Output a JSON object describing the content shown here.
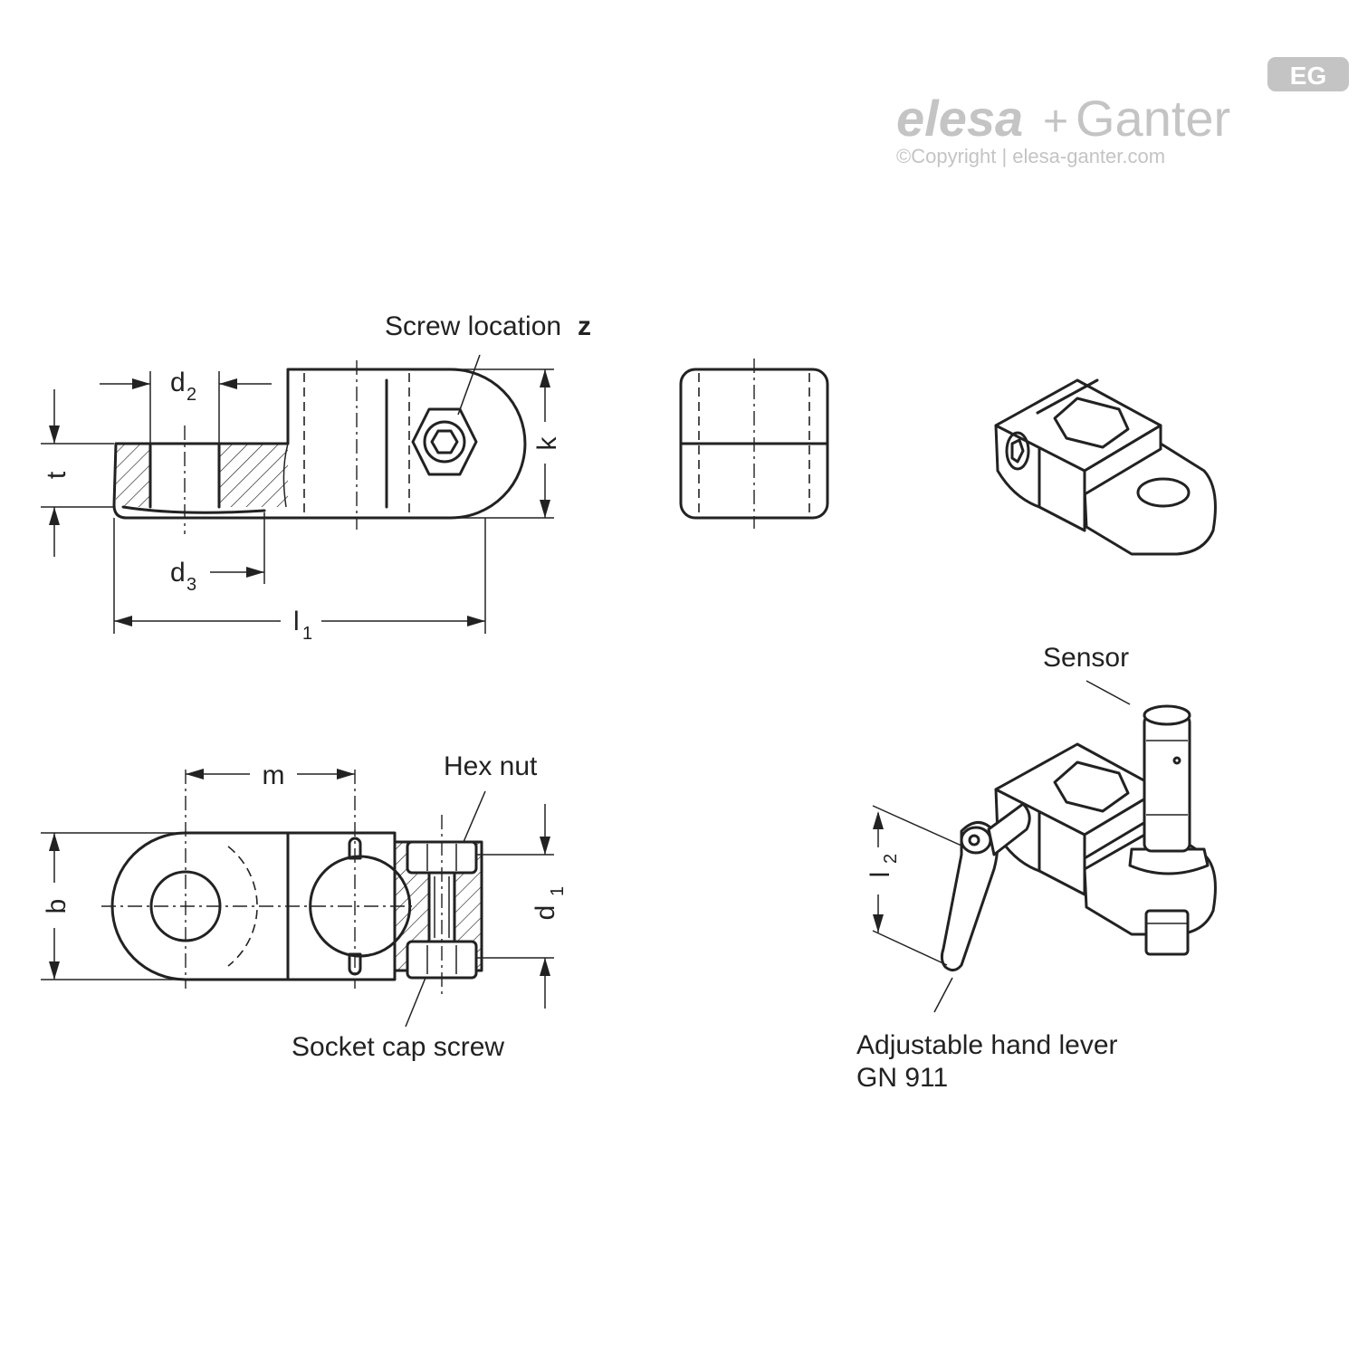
{
  "brand": {
    "mark": "EG",
    "name_part1": "elesa",
    "plus": "+",
    "name_part2": "Ganter",
    "copyright": "©Copyright | elesa-ganter.com",
    "logo_color": "#c4c4c4"
  },
  "callouts": {
    "screw_location": "Screw location",
    "screw_location_var": "z",
    "hex_nut": "Hex nut",
    "socket_cap_screw": "Socket cap screw",
    "sensor": "Sensor",
    "hand_lever_line1": "Adjustable hand lever",
    "hand_lever_line2": "GN 911"
  },
  "dimensions": {
    "d2": "d",
    "d2_sub": "2",
    "d3": "d",
    "d3_sub": "3",
    "d1": "d",
    "d1_sub": "1",
    "t": "t",
    "k": "k",
    "l1": "l",
    "l1_sub": "1",
    "l2": "l",
    "l2_sub": "2",
    "m": "m",
    "b": "b"
  }
}
